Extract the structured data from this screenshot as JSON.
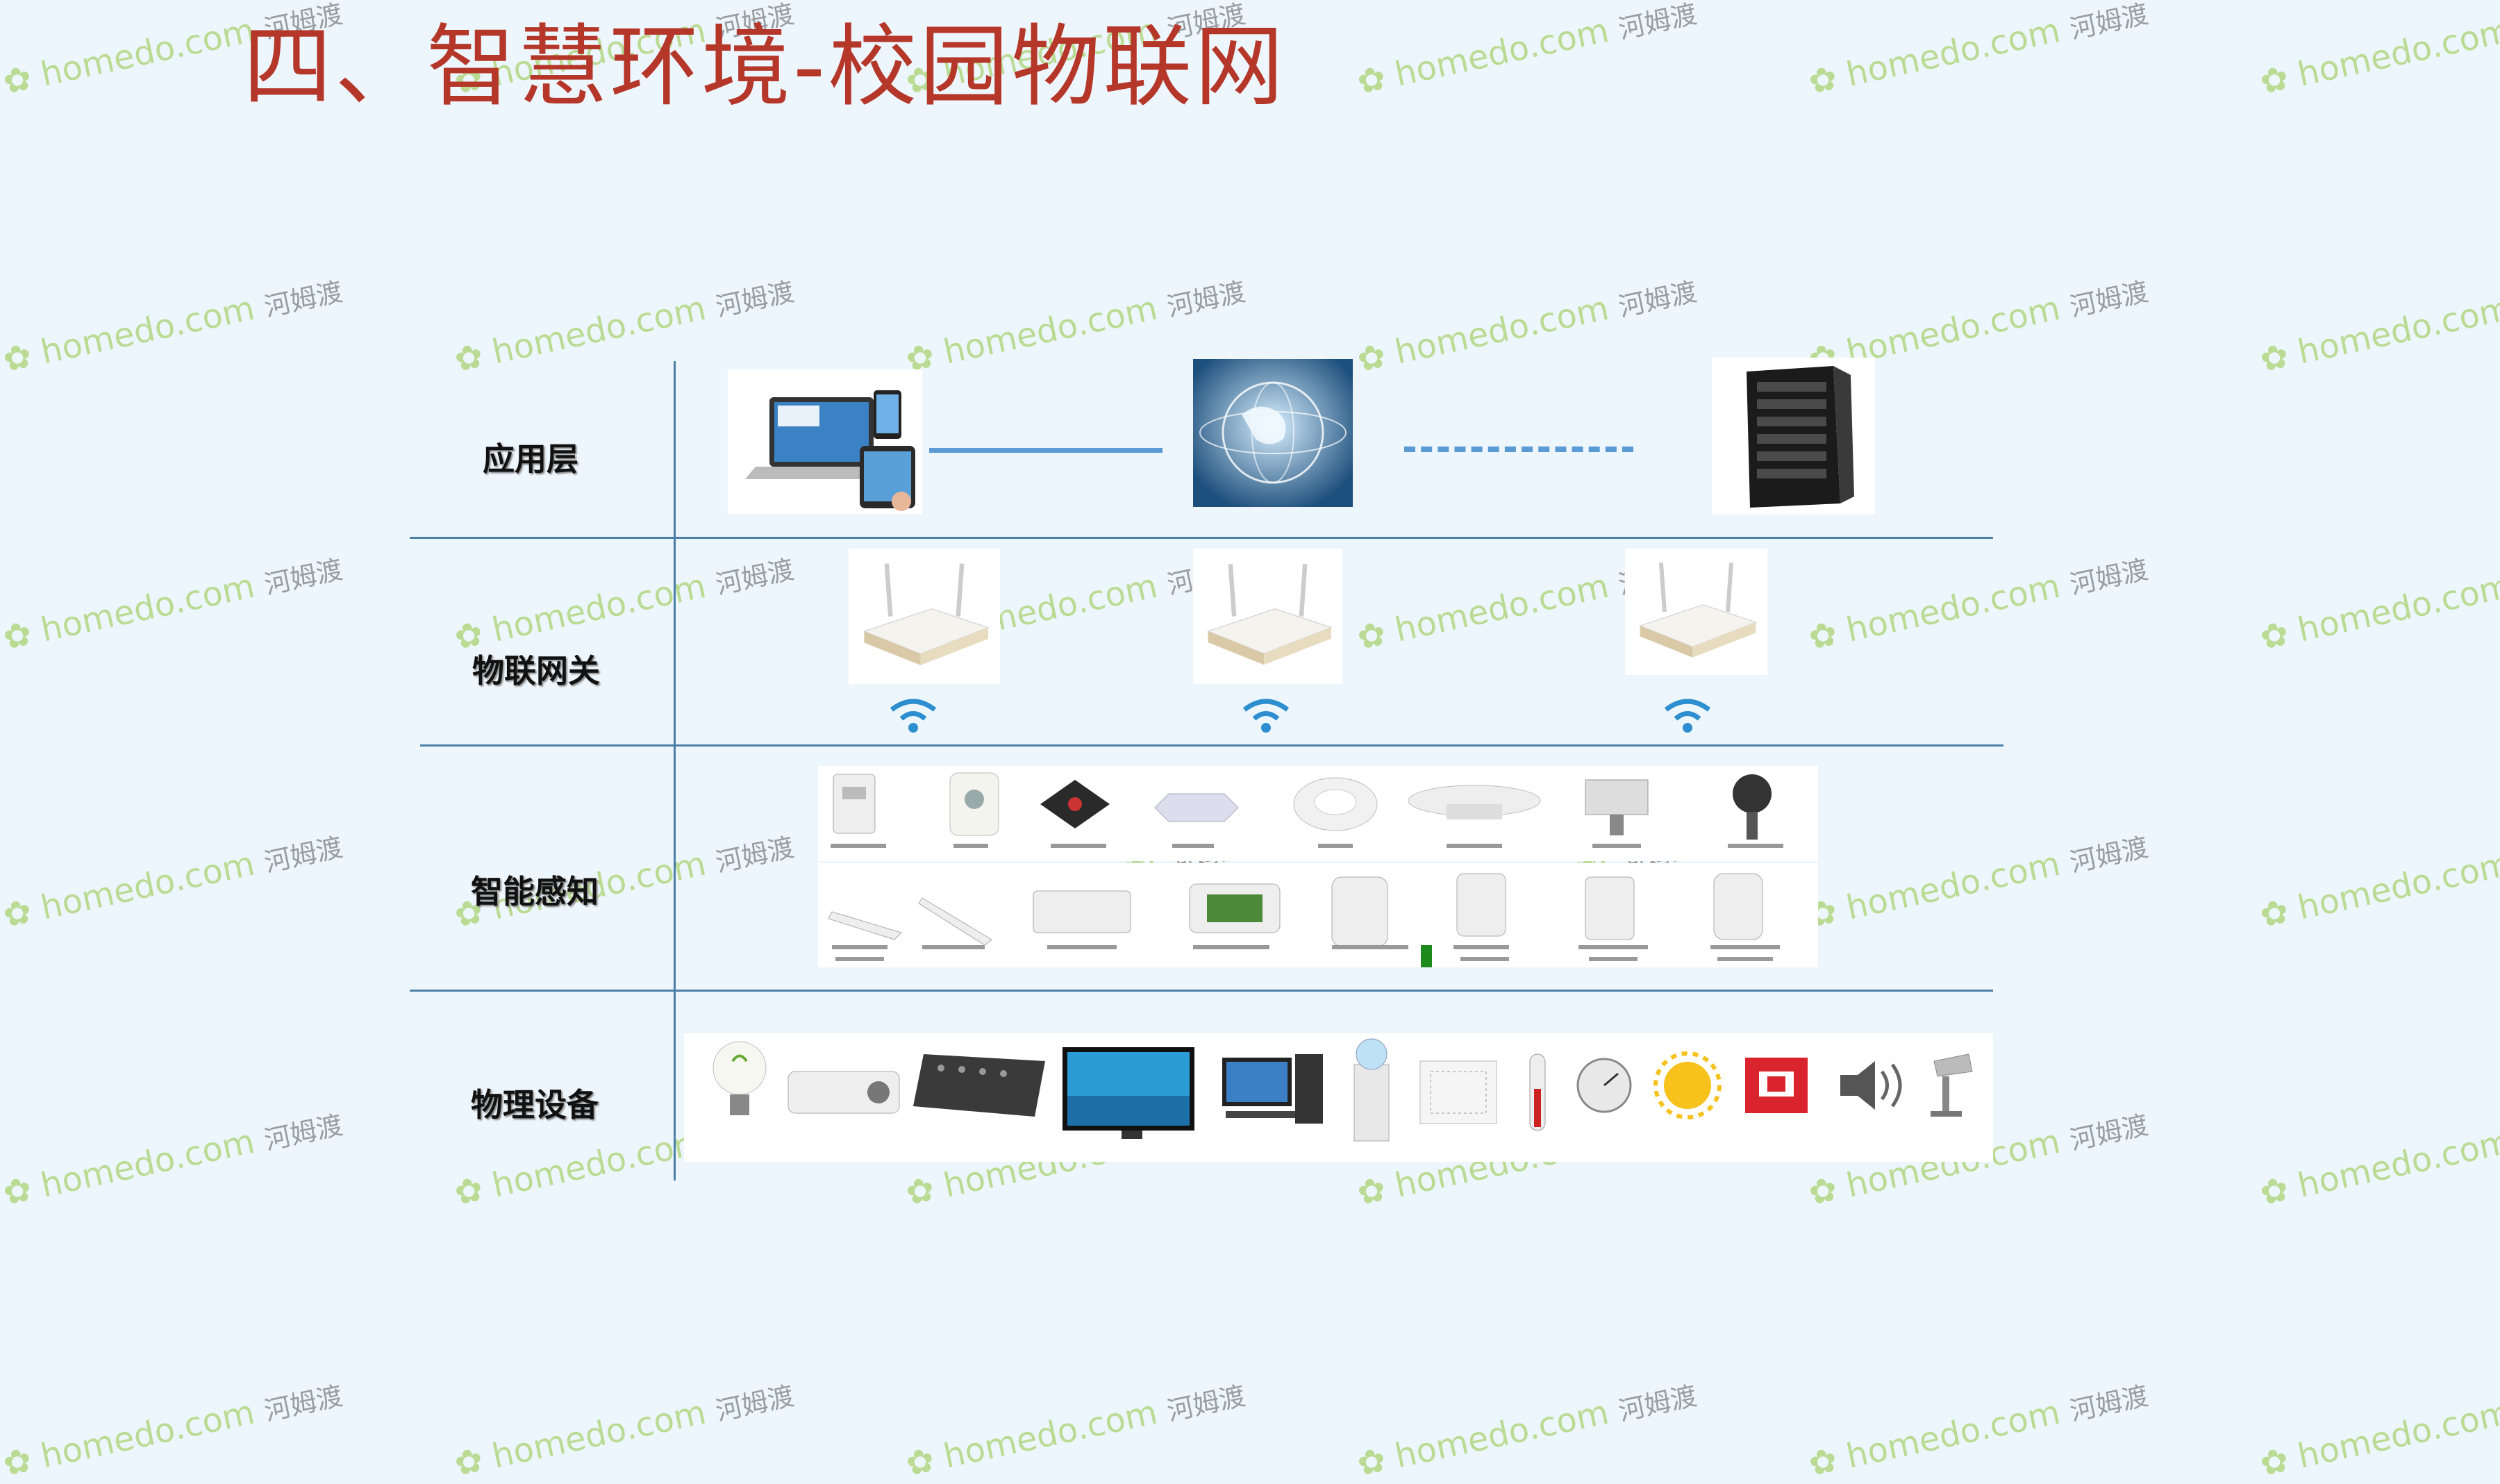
{
  "title": "四、智慧环境-校园物联网",
  "layers": {
    "application": "应用层",
    "gateway": "物联网关",
    "perception": "智能感知",
    "physical": "物理设备"
  },
  "watermark": {
    "brand": "homedo.com",
    "cn": "河姆渡"
  },
  "colors": {
    "title": "#b5372a",
    "line": "#4b7fa8",
    "connector": "#5b9bd5",
    "watermark": "#8fc63e"
  },
  "icons": {
    "application": [
      "laptop-tablet-icon",
      "globe-icon",
      "server-icon"
    ],
    "gateway": [
      "router-icon",
      "wifi-icon"
    ],
    "perception": [
      "infrared-sensor-icon",
      "smoke-detector-icon",
      "wall-plug-controller-icon"
    ],
    "physical": [
      "bulb-icon",
      "projector-icon",
      "mixer-icon",
      "tv-icon",
      "computer-icon",
      "water-dispenser-icon",
      "ac-unit-icon",
      "thermometer-icon",
      "gauge-icon",
      "sun-icon",
      "fire-extinguisher-icon",
      "speaker-icon",
      "camera-icon"
    ]
  }
}
